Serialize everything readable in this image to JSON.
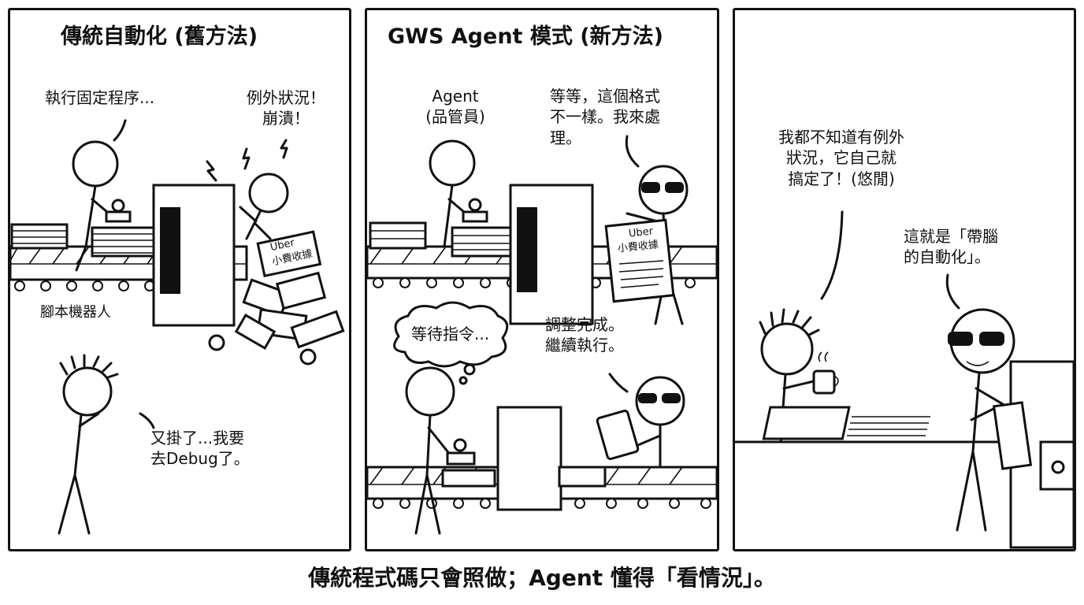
{
  "panels": [
    {
      "title": "傳統自動化 (舊方法)",
      "bubbles": {
        "bot_says": "執行固定程序...",
        "exception_line1": "例外狀況！",
        "exception_line2": "崩潰！",
        "machine_label": "腳本機器人",
        "dev_line1": "又掛了...我要",
        "dev_line2": "去Debug了。"
      },
      "props": {
        "paper_brand": "Uber",
        "paper_title": "小費收據"
      }
    },
    {
      "title": "GWS Agent 模式 (新方法)",
      "bubbles": {
        "agent_label1": "Agent",
        "agent_label2": "(品管員)",
        "handle_line1": "等等，這個格式",
        "handle_line2": "不一樣。我來處",
        "handle_line3": "理。",
        "thought": "等待指令...",
        "resume_line1": "調整完成。",
        "resume_line2": "繼續執行。"
      },
      "props": {
        "paper_brand": "Uber",
        "paper_title": "小費收據"
      }
    },
    {
      "title": "",
      "bubbles": {
        "human_line1": "我都不知道有例外",
        "human_line2": "狀況，它自己就",
        "human_line3": "搞定了！(悠閒)",
        "agent_line1": "這就是「帶腦",
        "agent_line2": "的自動化」。"
      }
    }
  ],
  "caption": "傳統程式碼只會照做；Agent 懂得「看情況」。"
}
